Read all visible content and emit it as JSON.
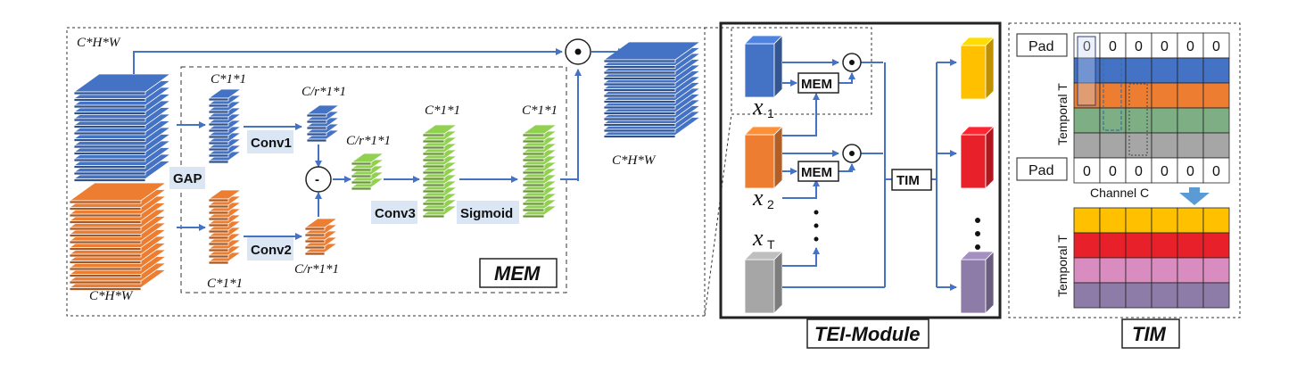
{
  "mem": {
    "title": "MEM",
    "input_top_label": "C*H*W",
    "input_bottom_label": "C*H*W",
    "output_label": "C*H*W",
    "gap_label": "GAP",
    "pool_top_label": "C*1*1",
    "pool_bottom_label": "C*1*1",
    "conv1_label": "Conv1",
    "conv2_label": "Conv2",
    "reduced_top_label": "C/r*1*1",
    "reduced_bottom_label": "C/r*1*1",
    "diff_label": "C/r*1*1",
    "diff_symbol": "-",
    "conv3_label": "Conv3",
    "conv3_out_label": "C*1*1",
    "sigmoid_label": "Sigmoid",
    "sigmoid_out_label": "C*1*1",
    "multiply_symbol": "⊙"
  },
  "tei": {
    "title": "TEI-Module",
    "x1": "x",
    "x1_sub": "1",
    "x2": "x",
    "x2_sub": "2",
    "xT": "x",
    "xT_sub": "T",
    "mem_box_1": "MEM",
    "mem_box_2": "MEM",
    "tim_box": "TIM",
    "vdots_left": "⋮",
    "vdots_right": "⋮"
  },
  "tim": {
    "title": "TIM",
    "pad_top": "Pad",
    "pad_bottom": "Pad",
    "pad_top_values": [
      "0",
      "0",
      "0",
      "0",
      "0",
      "0"
    ],
    "pad_bottom_values": [
      "0",
      "0",
      "0",
      "0",
      "0",
      "0"
    ],
    "temporal_label_top": "Temporal T",
    "temporal_label_bottom": "Temporal T",
    "channel_label": "Channel C"
  },
  "colors": {
    "blue": "#4472C4",
    "orange": "#ED7D31",
    "green": "#92D050",
    "gray": "#A6A6A6",
    "yellow": "#FFC000",
    "red": "#E8202A",
    "purple": "#8E7CA8",
    "pink": "#D98CC0",
    "arrow": "#4472C4",
    "label_box": "#DAE6F3"
  }
}
